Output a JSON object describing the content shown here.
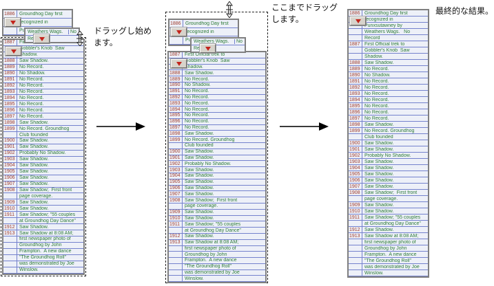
{
  "captions": {
    "drag_start": "ドラッグし始めます。",
    "drag_to_here": "ここまでドラッグします。",
    "final_result": "最終的な結果。"
  },
  "fragment": {
    "line1_left": "Weathers Wags.",
    "line1_right": "No",
    "line2": "Record"
  },
  "icons": {
    "record_button": "red-down-triangle-dropdown",
    "resize_cursor": "vertical-resize-double-arrow",
    "step_arrow": "black-right-arrow"
  },
  "colors": {
    "cell_background": "#edf0f8",
    "grid_line_blue": "#7381cd",
    "entry_text_green": "#2e7c39",
    "year_text_red": "#a03c2c",
    "icon_triangle_red": "#c2241c",
    "box_border_gray": "#7f7f7f"
  },
  "records": [
    {
      "year": "1886",
      "lines": [
        "Groundhog Day first",
        "recognized in",
        "Punxsutawney by",
        "Weathers Wags.   No",
        "Record"
      ]
    },
    {
      "year": "1887",
      "lines": [
        "First Official trek to",
        "Gobbler's Knob  Saw",
        "Shadow."
      ]
    },
    {
      "year": "1888",
      "lines": [
        "Saw Shadow."
      ]
    },
    {
      "year": "1889",
      "lines": [
        "No Record."
      ]
    },
    {
      "year": "1890",
      "lines": [
        "No Shadow."
      ]
    },
    {
      "year": "1891",
      "lines": [
        "No Record."
      ]
    },
    {
      "year": "1892",
      "lines": [
        "No Record."
      ]
    },
    {
      "year": "1893",
      "lines": [
        "No Record."
      ]
    },
    {
      "year": "1894",
      "lines": [
        "No Record."
      ]
    },
    {
      "year": "1895",
      "lines": [
        "No Record."
      ]
    },
    {
      "year": "1896",
      "lines": [
        "No Record."
      ]
    },
    {
      "year": "1897",
      "lines": [
        "No Record."
      ]
    },
    {
      "year": "1898",
      "lines": [
        "Saw Shadow."
      ]
    },
    {
      "year": "1899",
      "lines": [
        "No Record. Groundhog",
        "Club founded"
      ]
    },
    {
      "year": "1900",
      "lines": [
        "Saw Shadow."
      ]
    },
    {
      "year": "1901",
      "lines": [
        "Saw Shadow."
      ]
    },
    {
      "year": "1902",
      "lines": [
        "Probably No Shadow."
      ]
    },
    {
      "year": "1903",
      "lines": [
        "Saw Shadow."
      ]
    },
    {
      "year": "1904",
      "lines": [
        "Saw Shadow."
      ]
    },
    {
      "year": "1905",
      "lines": [
        "Saw Shadow."
      ]
    },
    {
      "year": "1906",
      "lines": [
        "Saw Shadow."
      ]
    },
    {
      "year": "1907",
      "lines": [
        "Saw Shadow."
      ]
    },
    {
      "year": "1908",
      "lines": [
        "Saw Shadow;  First front",
        "page coverage."
      ]
    },
    {
      "year": "1909",
      "lines": [
        "Saw Shadow."
      ]
    },
    {
      "year": "1910",
      "lines": [
        "Saw Shadow."
      ]
    },
    {
      "year": "1911",
      "lines": [
        "Saw Shadow; \"55 couples",
        "at Groundhog Day Dance\""
      ]
    },
    {
      "year": "1912",
      "lines": [
        "Saw Shadow."
      ]
    },
    {
      "year": "1913",
      "lines": [
        "Saw Shadow at 8:08 AM;",
        "first newspaper photo of",
        "Groundhog by John",
        "Frampton.  A new dance",
        "\"The Groundhog Roll\"",
        "was demonstrated by Joe",
        "Winslow."
      ]
    }
  ]
}
